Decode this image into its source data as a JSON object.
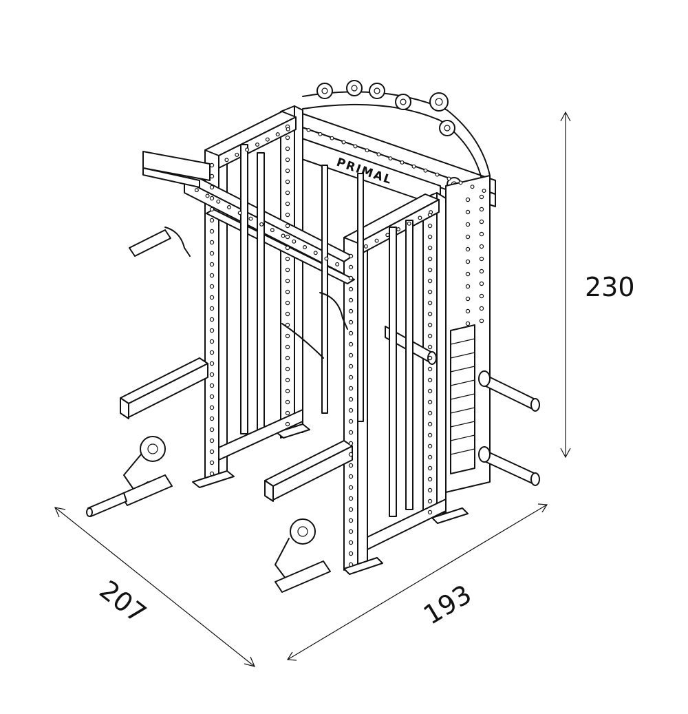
{
  "product": {
    "brand_mark": "PRIMAL"
  },
  "dimensions": {
    "height": "230",
    "depth": "207",
    "width": "193"
  }
}
